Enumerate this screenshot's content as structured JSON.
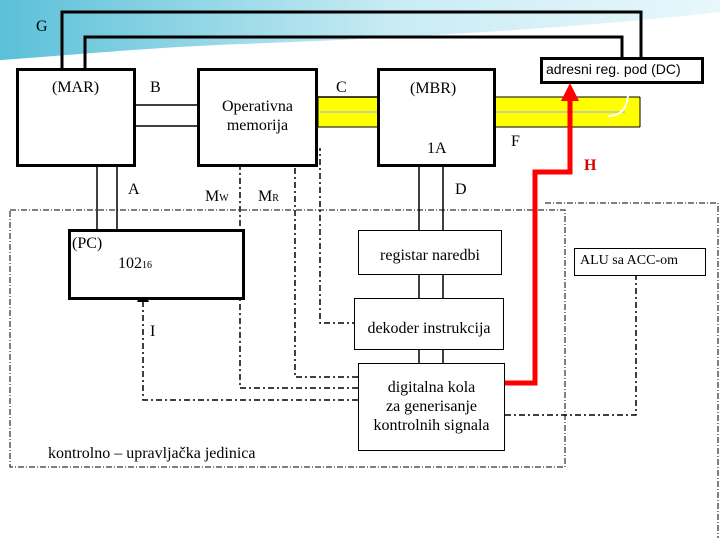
{
  "labels": {
    "g": "G",
    "mar": "(MAR)",
    "b": "B",
    "c": "C",
    "mbr": "(MBR)",
    "adresni": "adresni reg. pod (DC)",
    "a": "A",
    "mw_main": "M",
    "mw_sub": "W",
    "mr_main": "M",
    "mr_sub": "R",
    "one_a": "1A",
    "f": "F",
    "d": "D",
    "h": "H",
    "pc": "(PC)",
    "val_main": "102",
    "val_sub": "16",
    "i": "I",
    "alu": "ALU sa ACC-om",
    "control_unit": "kontrolno – upravljačka jedinica"
  },
  "boxes": {
    "memory_line1": "Operativna",
    "memory_line2": "memorija",
    "instr_reg": "registar naredbi",
    "decoder": "dekoder instrukcija",
    "gen_line1": "digitalna kola",
    "gen_line2": "za generisanje",
    "gen_line3": "kontrolnih signala"
  },
  "colors": {
    "bus_yellow": "#ffff00",
    "signal_red": "#ff0000",
    "line": "#000000"
  }
}
